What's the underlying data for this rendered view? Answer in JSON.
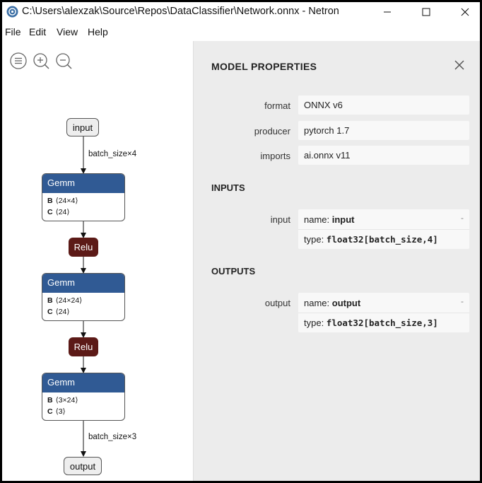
{
  "window": {
    "title": "C:\\Users\\alexzak\\Source\\Repos\\DataClassifier\\Network.onnx - Netron"
  },
  "menu": [
    "File",
    "Edit",
    "View",
    "Help"
  ],
  "toolbar": {
    "icons": [
      "list-icon",
      "zoom-in-icon",
      "zoom-out-icon"
    ]
  },
  "graph": {
    "input_label": "input",
    "output_label": "output",
    "edge_in": "batch_size×4",
    "edge_out": "batch_size×3",
    "ops": [
      {
        "name": "Gemm",
        "attrs": [
          {
            "key": "B",
            "value": "⟨24×4⟩"
          },
          {
            "key": "C",
            "value": "⟨24⟩"
          }
        ]
      },
      {
        "name": "Relu"
      },
      {
        "name": "Gemm",
        "attrs": [
          {
            "key": "B",
            "value": "⟨24×24⟩"
          },
          {
            "key": "C",
            "value": "⟨24⟩"
          }
        ]
      },
      {
        "name": "Relu"
      },
      {
        "name": "Gemm",
        "attrs": [
          {
            "key": "B",
            "value": "⟨3×24⟩"
          },
          {
            "key": "C",
            "value": "⟨3⟩"
          }
        ]
      }
    ]
  },
  "properties": {
    "title": "MODEL PROPERTIES",
    "model": [
      {
        "label": "format",
        "value": "ONNX v6"
      },
      {
        "label": "producer",
        "value": "pytorch 1.7"
      },
      {
        "label": "imports",
        "value": "ai.onnx v11"
      }
    ],
    "inputs_title": "INPUTS",
    "outputs_title": "OUTPUTS",
    "inputs": [
      {
        "label": "input",
        "name_prefix": "name: ",
        "name": "input",
        "type_prefix": "type: ",
        "type": "float32[batch_size,4]",
        "dash": "-"
      }
    ],
    "outputs": [
      {
        "label": "output",
        "name_prefix": "name: ",
        "name": "output",
        "type_prefix": "type: ",
        "type": "float32[batch_size,3]",
        "dash": "-"
      }
    ]
  },
  "colors": {
    "gemm_header": "#305a94",
    "relu": "#5c1a17",
    "panel_bg": "#ececec"
  }
}
